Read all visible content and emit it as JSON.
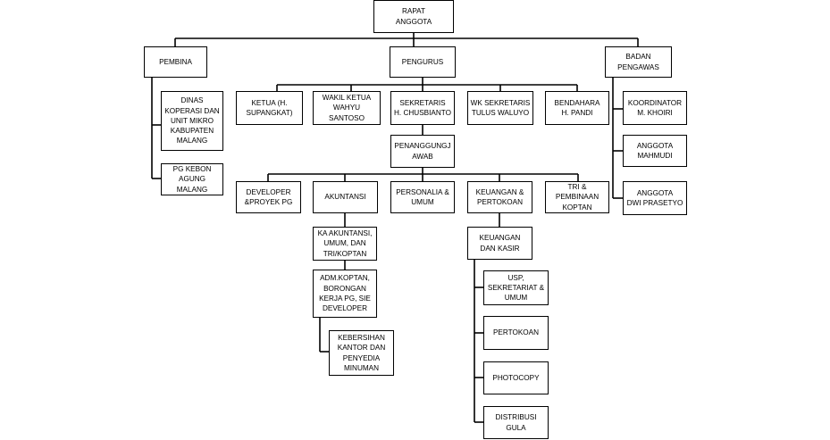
{
  "org_chart": {
    "rapat": "RAPAT\nANGGOTA",
    "pembina": "PEMBINA",
    "pengurus": "PENGURUS",
    "badan_pengawas": "BADAN\nPENGAWAS",
    "dinas": "DINAS\nKOPERASI DAN\nUNIT MIKRO\nKABUPATEN\nMALANG",
    "pg_kebon": "PG KEBON\nAGUNG\nMALANG",
    "ketua": "KETUA (H.\nSUPANGKAT)",
    "wakil_ketua": "WAKIL KETUA\nWAHYU\nSANTOSO",
    "sekretaris": "SEKRETARIS\nH. CHUSBIANTO",
    "wk_sekretaris": "WK SEKRETARIS\nTULUS WALUYO",
    "bendahara": "BENDAHARA\nH. PANDI",
    "koordinator": "KOORDINATOR\nM. KHOIRI",
    "anggota_mahmudi": "ANGGOTA\nMAHMUDI",
    "anggota_dwi": "ANGGOTA\nDWI PRASETYO",
    "penanggung_jawab": "PENANGGUNGJ\nAWAB",
    "developer": "DEVELOPER\n&PROYEK PG",
    "akuntansi": "AKUNTANSI",
    "personalia": "PERSONALIA &\nUMUM",
    "keuangan_pertokoan": "KEUANGAN  &\nPERTOKOAN",
    "tri": "TRI &\nPEMBINAAN\nKOPTAN",
    "ka_akuntansi": "KA AKUNTANSI,\nUMUM, DAN\nTRI/KOPTAN",
    "adm_koptan": "ADM.KOPTAN,\nBORONGAN\nKERJA PG, SIE\nDEVELOPER",
    "kebersihan": "KEBERSIHAN\nKANTOR DAN\nPENYEDIA\nMINUMAN",
    "keuangan_kasir": "KEUANGAN\nDAN KASIR",
    "usp": "USP,\nSEKRETARIAT &\nUMUM",
    "pertokoan": "PERTOKOAN",
    "photocopy": "PHOTOCOPY",
    "distribusi": "DISTRIBUSI\nGULA"
  }
}
